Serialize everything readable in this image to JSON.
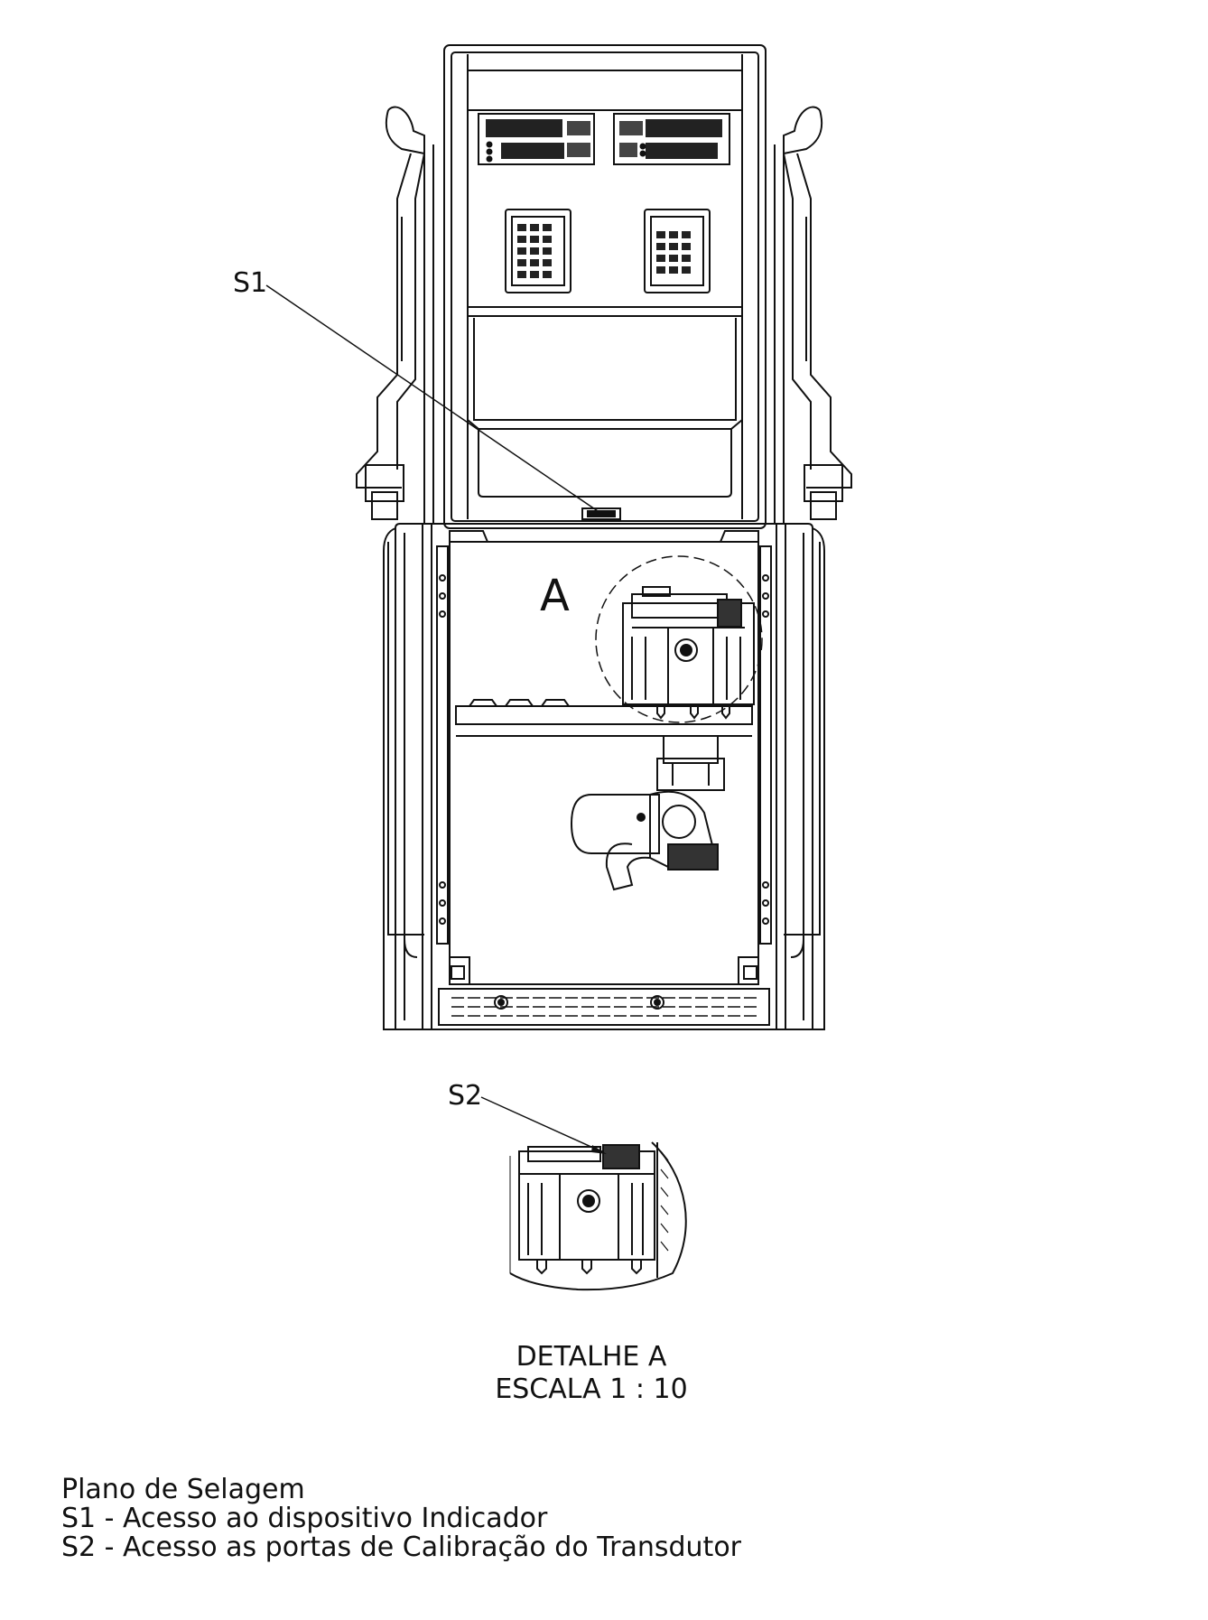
{
  "callouts": {
    "s1": "S1",
    "s2": "S2",
    "detail_letter": "A"
  },
  "detail_title": {
    "line1": "DETALHE A",
    "line2": "ESCALA 1 : 10"
  },
  "legend": {
    "title": "Plano de Selagem",
    "items": [
      "S1 - Acesso ao dispositivo Indicador",
      "S2 - Acesso as portas de Calibração do Transdutor"
    ]
  }
}
